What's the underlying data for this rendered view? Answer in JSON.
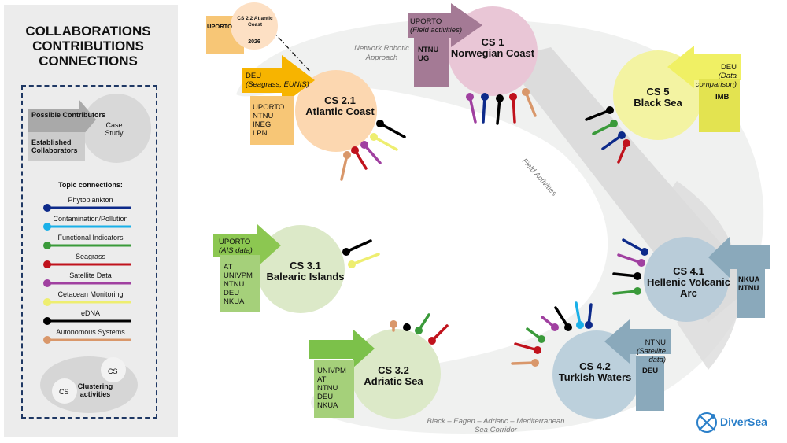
{
  "heading": {
    "line1": "COLLABORATIONS",
    "line2": "CONTRIBUTIONS",
    "line3": "CONNECTIONS"
  },
  "legend": {
    "possible_contributors": "Possible Contributors",
    "established_collaborators": "Established Collaborators",
    "case_study": "Case Study",
    "topic_header": "Topic connections:",
    "topics": [
      {
        "label": "Phytoplankton",
        "color": "#0d2a8a"
      },
      {
        "label": "Contamination/Pollution",
        "color": "#1ab0e8"
      },
      {
        "label": "Functional Indicators",
        "color": "#3a9a3a"
      },
      {
        "label": "Seagrass",
        "color": "#c0121c"
      },
      {
        "label": "Satellite Data",
        "color": "#a040a0"
      },
      {
        "label": "Cetacean Monitoring",
        "color": "#eeee70"
      },
      {
        "label": "eDNA",
        "color": "#000000"
      },
      {
        "label": "Autonomous Systems",
        "color": "#d9976a"
      }
    ],
    "cluster_cs_a": "CS",
    "cluster_cs_b": "CS",
    "clustering_activities": "Clustering activities"
  },
  "corridor_labels": {
    "network": "Network Robotic Approach",
    "field": "Field Activities",
    "sea_corridor_1": "Black – Eagen – Adriatic – Mediterranean",
    "sea_corridor_2": "Sea Corridor"
  },
  "case_studies": {
    "cs22": {
      "title": "CS 2.2 Atlantic Coast",
      "year": "2026",
      "box": "UPORTO"
    },
    "cs1": {
      "title_1": "CS 1",
      "title_2": "Norwegian Coast",
      "arrow_1": "UPORTO",
      "arrow_2": "(Field activities)",
      "box": "NTNU\nUG"
    },
    "cs21": {
      "title_1": "CS 2.1",
      "title_2": "Atlantic Coast",
      "arrow_1": "DEU",
      "arrow_2": "(Seagrass, EUNIS)",
      "box": "UPORTO\nNTNU\nINEGI\nLPN"
    },
    "cs5": {
      "title_1": "CS 5",
      "title_2": "Black Sea",
      "arrow_1": "DEU",
      "arrow_2": "(Data comparison)",
      "box": "IMB"
    },
    "cs31": {
      "title_1": "CS 3.1",
      "title_2": "Balearic Islands",
      "arrow_1": "UPORTO",
      "arrow_2": "(AIS data)",
      "box": "AT\nUNIVPM\nNTNU\nDEU\nNKUA"
    },
    "cs41": {
      "title_1": "CS 4.1",
      "title_2": "Hellenic Volcanic",
      "title_3": "Arc",
      "box": "NKUA\nNTNU"
    },
    "cs32": {
      "title_1": "CS 3.2",
      "title_2": "Adriatic Sea",
      "box": "UNIVPM\nAT\nNTNU\nDEU\nNKUA"
    },
    "cs42": {
      "title_1": "CS 4.2",
      "title_2": "Turkish Waters",
      "arrow_1": "NTNU",
      "arrow_2": "(Satellite data)",
      "box": "DEU"
    }
  },
  "logo": {
    "text": "DiverSea"
  }
}
